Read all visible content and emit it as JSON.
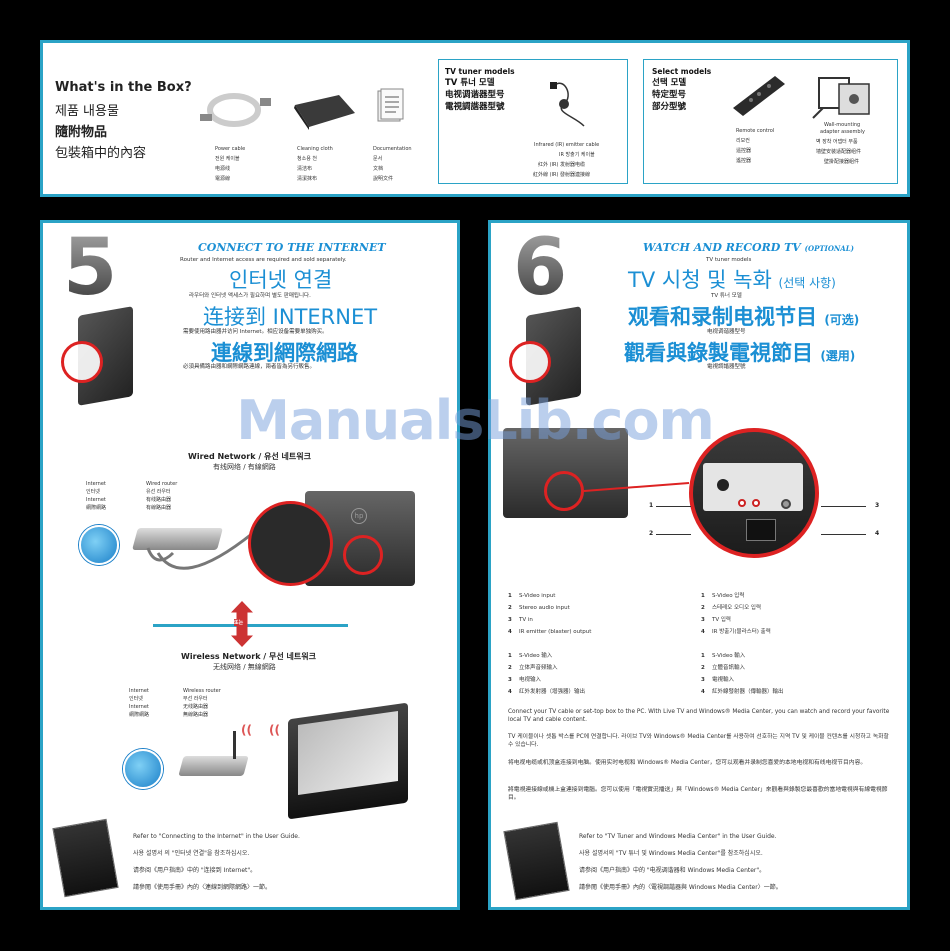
{
  "box": {
    "title_en": "What's in the Box?",
    "title_ko": "제품 내용물",
    "title_zh_tw": "隨附物品",
    "title_zh_cn": "包裝箱中的內容",
    "items": [
      {
        "en": "Power cable",
        "ko": "전원 케이블",
        "zh1": "电源线",
        "zh2": "電源線"
      },
      {
        "en": "Cleaning cloth",
        "ko": "청소용 천",
        "zh1": "清洁布",
        "zh2": "清潔抹布"
      },
      {
        "en": "Documentation",
        "ko": "문서",
        "zh1": "文档",
        "zh2": "說明文件"
      }
    ]
  },
  "tuner": {
    "h1": "TV tuner models",
    "h2": "TV 튜너 모델",
    "h3": "电视调谐器型号",
    "h4": "電視調諧器型號",
    "item": {
      "en": "Infrared (IR) emitter cable",
      "ko": "IR 방출기 케이블",
      "zh1": "红外 (IR) 发射器电缆",
      "zh2": "紅外線 (IR) 發射器連接線"
    }
  },
  "select": {
    "h1": "Select models",
    "h2": "선택 모델",
    "h3": "特定型号",
    "h4": "部分型號",
    "remote": {
      "en": "Remote control",
      "ko": "리모컨",
      "zh1": "遥控器",
      "zh2": "遙控器"
    },
    "wall": {
      "en1": "Wall-mounting",
      "en2": "adapter assembly",
      "ko": "벽 장착 어댑터 부품",
      "zh1": "墙壁安装适配器组件",
      "zh2": "壁掛配接器組件"
    }
  },
  "step5": {
    "number": "5",
    "title_en": "CONNECT TO THE INTERNET",
    "sub_en": "Router and Internet access are required and sold separately.",
    "title_ko": "인터넷 연결",
    "sub_ko": "라우터와 인터넷 액세스가 필요하며 별도 판매됩니다.",
    "title_zh_cn": "连接到 INTERNET",
    "sub_zh_cn": "需要使用路由器并访问 Internet。相应设备需要单独购买。",
    "title_zh_tw": "連線到網際網路",
    "sub_zh_tw": "必須具備路由器和網際網路連線，兩者皆為另行販售。",
    "wired_title": "Wired Network / 유선 네트워크",
    "wired_sub": "有线网络 / 有線網路",
    "wired_col1": [
      "Internet",
      "인터넷",
      "Internet",
      "網際網路"
    ],
    "wired_col2": [
      "Wired router",
      "유선 라우터",
      "有线路由器",
      "有線路由器"
    ],
    "or_label": "또는",
    "wireless_title": "Wireless Network / 무선 네트워크",
    "wireless_sub": "无线网络 / 無線網路",
    "wireless_col1": [
      "Internet",
      "인터넷",
      "Internet",
      "網際網路"
    ],
    "wireless_col2": [
      "Wireless router",
      "무선 라우터",
      "无线路由器",
      "無線路由器"
    ],
    "ref_en": "Refer to \"Connecting to the Internet\" in the User Guide.",
    "ref_ko": "사용 설명서 의 \"인터넷 연결\"을 참조하십시오.",
    "ref_zh_cn": "请参阅《用户指南》中的 \"连接到 Internet\"。",
    "ref_zh_tw": "請參閱《使用手冊》內的〈連線到網際網路〉一節。"
  },
  "step6": {
    "number": "6",
    "title_en": "WATCH AND RECORD TV",
    "title_en_opt": "(OPTIONAL)",
    "sub_en": "TV tuner models",
    "title_ko": "TV 시청 및 녹화",
    "title_ko_opt": "(선택 사항)",
    "sub_ko": "TV 튜너 모델",
    "title_zh_cn": "观看和录制电视节目",
    "title_zh_cn_opt": "(可选)",
    "sub_zh_cn": "电视调谐器型号",
    "title_zh_tw": "觀看與錄製電視節目",
    "title_zh_tw_opt": "(選用)",
    "sub_zh_tw": "電視調諧器型號",
    "callouts": [
      "1",
      "2",
      "3",
      "4"
    ],
    "list_en": [
      "S-Video input",
      "Stereo audio input",
      "TV in",
      "IR emitter (blaster) output"
    ],
    "list_ko": [
      "S-Video 입력",
      "스테레오 오디오 입력",
      "TV 입력",
      "IR 방출기(블라스터) 출력"
    ],
    "list_zh_cn": [
      "S-Video 输入",
      "立体声音频输入",
      "电视输入",
      "红外发射器（增强器）输出"
    ],
    "list_zh_tw": [
      "S-Video 輸入",
      "立體音訊輸入",
      "電視輸入",
      "紅外線發射器（傳輸器）輸出"
    ],
    "para_en": "Connect your TV cable or set-top box to the PC. With Live TV and Windows® Media Center, you can watch and record your favorite local TV and cable content.",
    "para_ko": "TV 케이블이나 셋톱 박스를 PC에 연결합니다. 라이브 TV와 Windows® Media Center를 사용하여 선호하는 지역 TV 및 케이블 컨텐츠를 시청하고 녹화할 수 있습니다.",
    "para_zh_cn": "将电视电缆或机顶盒连接到电脑。使用实时电视和 Windows® Media Center，您可以观看并录制您喜爱的本地电视和有线电视节目内容。",
    "para_zh_tw": "將電視連接線或機上盒連接到電腦。您可以使用「電視實況播送」與「Windows® Media Center」來觀看與錄製您最喜歡的當地電視與有線電視節目。",
    "ref_en": "Refer to \"TV Tuner and Windows Media Center\" in the User Guide.",
    "ref_ko": "사용 설명서의 \"TV 튜너 및 Windows Media Center\"를 참조하십시오.",
    "ref_zh_cn": "请参阅《用户指南》中的 \"电视调谐器和 Windows Media Center\"。",
    "ref_zh_tw": "請參閱《使用手冊》內的〈電視調諧器與 Windows Media Center〉一節。"
  },
  "watermark": "ManualsLib.com",
  "colors": {
    "accent": "#2ba3c6",
    "title": "#1b8fd4",
    "callout": "#d22222"
  }
}
